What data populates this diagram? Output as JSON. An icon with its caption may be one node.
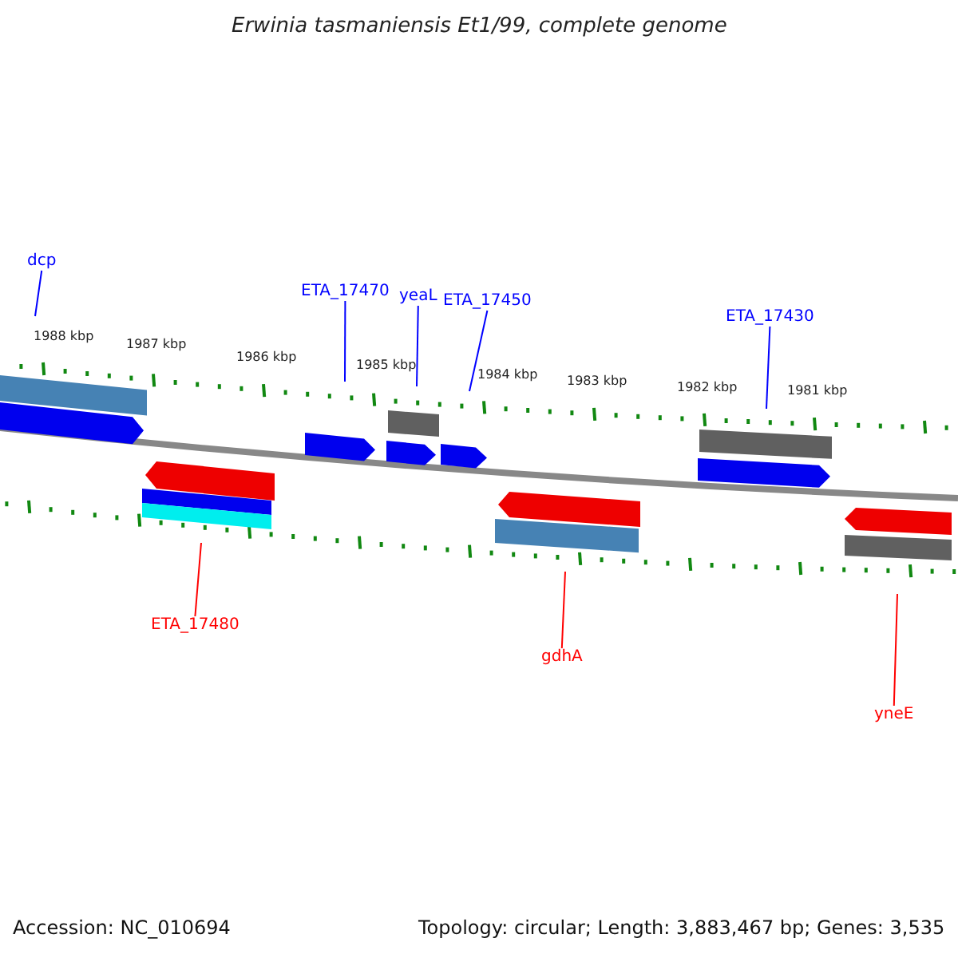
{
  "diagram": {
    "title": "Erwinia tasmaniensis Et1/99, complete genome",
    "nodes": [
      {
        "text": [
          "dcp"
        ]
      },
      {
        "text": [
          "ETA_17470"
        ]
      },
      {
        "text": [
          "yeaL"
        ]
      },
      {
        "text": [
          "ETA_17450"
        ]
      },
      {
        "text": [
          "ETA_17430"
        ]
      },
      {
        "text": [
          "ETA_17480"
        ]
      },
      {
        "text": [
          "gdhA"
        ]
      },
      {
        "text": [
          "yneE"
        ]
      }
    ],
    "edges": [
      {
        "from": 0,
        "to": null,
        "arrow": "none"
      },
      {
        "from": 1,
        "to": null,
        "arrow": "none"
      },
      {
        "from": 2,
        "to": null,
        "arrow": "none"
      },
      {
        "from": 3,
        "to": null,
        "arrow": "none"
      },
      {
        "from": 4,
        "to": null,
        "arrow": "none"
      },
      {
        "from": 5,
        "to": null,
        "arrow": "none",
        "color": "#ff0000"
      },
      {
        "from": 6,
        "to": null,
        "arrow": "none",
        "color": "#ff0000"
      },
      {
        "from": 7,
        "to": null,
        "arrow": "none",
        "color": "#ff0000"
      }
    ],
    "labels": [
      "1988 kbp",
      "1987 kbp",
      "1986 kbp",
      "1985 kbp",
      "1984 kbp",
      "1983 kbp",
      "1982 kbp",
      "1981 kbp",
      "Accession: NC_010694",
      "Topology: circular; Length: 3,883,467 bp; Genes: 3,535"
    ]
  }
}
